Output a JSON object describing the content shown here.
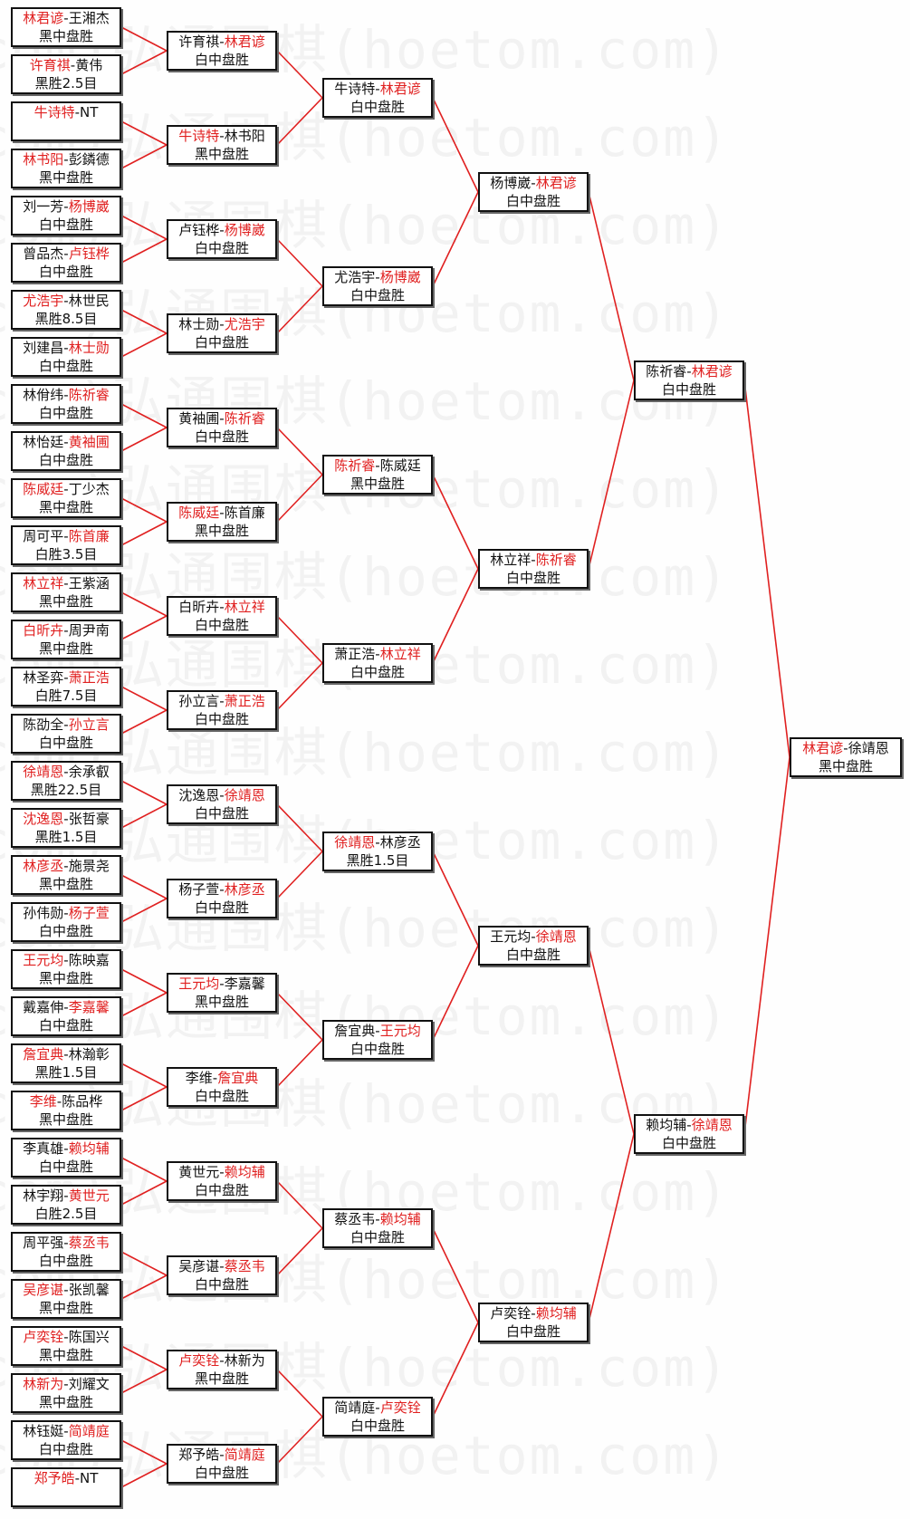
{
  "watermark": "弘通围棋(hoetom.com)",
  "colors": {
    "winner": "#e02020",
    "line": "#e02020",
    "text": "#111111"
  },
  "rounds": [
    {
      "name": "round-1",
      "matches": [
        {
          "a": "林君谚",
          "b": "王湘杰",
          "winner": "a",
          "result": "黑中盘胜"
        },
        {
          "a": "许育祺",
          "b": "黄伟",
          "winner": "a",
          "result": "黑胜2.5目"
        },
        {
          "a": "牛诗特",
          "b": "NT",
          "winner": "a",
          "result": ""
        },
        {
          "a": "林书阳",
          "b": "彭鏻德",
          "winner": "a",
          "result": "黑中盘胜"
        },
        {
          "a": "刘一芳",
          "b": "杨博崴",
          "winner": "b",
          "result": "白中盘胜"
        },
        {
          "a": "曾品杰",
          "b": "卢钰桦",
          "winner": "b",
          "result": "白中盘胜"
        },
        {
          "a": "尤浩宇",
          "b": "林世民",
          "winner": "a",
          "result": "黑胜8.5目"
        },
        {
          "a": "刘建昌",
          "b": "林士勋",
          "winner": "b",
          "result": "白中盘胜"
        },
        {
          "a": "林佾纬",
          "b": "陈祈睿",
          "winner": "b",
          "result": "白中盘胜"
        },
        {
          "a": "林怡廷",
          "b": "黄袖圃",
          "winner": "b",
          "result": "白中盘胜"
        },
        {
          "a": "陈威廷",
          "b": "丁少杰",
          "winner": "a",
          "result": "黑中盘胜"
        },
        {
          "a": "周可平",
          "b": "陈首廉",
          "winner": "b",
          "result": "白胜3.5目"
        },
        {
          "a": "林立祥",
          "b": "王紫涵",
          "winner": "a",
          "result": "黑中盘胜"
        },
        {
          "a": "白昕卉",
          "b": "周尹南",
          "winner": "a",
          "result": "黑中盘胜"
        },
        {
          "a": "林圣弈",
          "b": "萧正浩",
          "winner": "b",
          "result": "白胜7.5目"
        },
        {
          "a": "陈劭全",
          "b": "孙立言",
          "winner": "b",
          "result": "白中盘胜"
        },
        {
          "a": "徐靖恩",
          "b": "余承叡",
          "winner": "a",
          "result": "黑胜22.5目"
        },
        {
          "a": "沈逸恩",
          "b": "张哲豪",
          "winner": "a",
          "result": "黑胜1.5目"
        },
        {
          "a": "林彦丞",
          "b": "施景尧",
          "winner": "a",
          "result": "黑中盘胜"
        },
        {
          "a": "孙伟勋",
          "b": "杨子萱",
          "winner": "b",
          "result": "白中盘胜"
        },
        {
          "a": "王元均",
          "b": "陈映嘉",
          "winner": "a",
          "result": "黑中盘胜"
        },
        {
          "a": "戴嘉伸",
          "b": "李嘉馨",
          "winner": "b",
          "result": "白中盘胜"
        },
        {
          "a": "詹宜典",
          "b": "林瀚彰",
          "winner": "a",
          "result": "黑胜1.5目"
        },
        {
          "a": "李维",
          "b": "陈品桦",
          "winner": "a",
          "result": "黑中盘胜"
        },
        {
          "a": "李真雄",
          "b": "赖均辅",
          "winner": "b",
          "result": "白中盘胜"
        },
        {
          "a": "林宇翔",
          "b": "黄世元",
          "winner": "b",
          "result": "白胜2.5目"
        },
        {
          "a": "周平强",
          "b": "蔡丞韦",
          "winner": "b",
          "result": "白中盘胜"
        },
        {
          "a": "吴彦谌",
          "b": "张凯馨",
          "winner": "a",
          "result": "黑中盘胜"
        },
        {
          "a": "卢奕铨",
          "b": "陈国兴",
          "winner": "a",
          "result": "黑中盘胜"
        },
        {
          "a": "林新为",
          "b": "刘耀文",
          "winner": "a",
          "result": "黑中盘胜"
        },
        {
          "a": "林钰娗",
          "b": "简靖庭",
          "winner": "b",
          "result": "白中盘胜"
        },
        {
          "a": "郑予皓",
          "b": "NT",
          "winner": "a",
          "result": ""
        }
      ]
    },
    {
      "name": "round-2",
      "matches": [
        {
          "a": "许育祺",
          "b": "林君谚",
          "winner": "b",
          "result": "白中盘胜"
        },
        {
          "a": "牛诗特",
          "b": "林书阳",
          "winner": "a",
          "result": "黑中盘胜"
        },
        {
          "a": "卢钰桦",
          "b": "杨博崴",
          "winner": "b",
          "result": "白中盘胜"
        },
        {
          "a": "林士勋",
          "b": "尤浩宇",
          "winner": "b",
          "result": "白中盘胜"
        },
        {
          "a": "黄袖圃",
          "b": "陈祈睿",
          "winner": "b",
          "result": "白中盘胜"
        },
        {
          "a": "陈威廷",
          "b": "陈首廉",
          "winner": "a",
          "result": "黑中盘胜"
        },
        {
          "a": "白昕卉",
          "b": "林立祥",
          "winner": "b",
          "result": "白中盘胜"
        },
        {
          "a": "孙立言",
          "b": "萧正浩",
          "winner": "b",
          "result": "白中盘胜"
        },
        {
          "a": "沈逸恩",
          "b": "徐靖恩",
          "winner": "b",
          "result": "白中盘胜"
        },
        {
          "a": "杨子萱",
          "b": "林彦丞",
          "winner": "b",
          "result": "白中盘胜"
        },
        {
          "a": "王元均",
          "b": "李嘉馨",
          "winner": "a",
          "result": "黑中盘胜"
        },
        {
          "a": "李维",
          "b": "詹宜典",
          "winner": "b",
          "result": "白中盘胜"
        },
        {
          "a": "黄世元",
          "b": "赖均辅",
          "winner": "b",
          "result": "白中盘胜"
        },
        {
          "a": "吴彦谌",
          "b": "蔡丞韦",
          "winner": "b",
          "result": "白中盘胜"
        },
        {
          "a": "卢奕铨",
          "b": "林新为",
          "winner": "a",
          "result": "黑中盘胜"
        },
        {
          "a": "郑予皓",
          "b": "简靖庭",
          "winner": "b",
          "result": "白中盘胜"
        }
      ]
    },
    {
      "name": "round-3",
      "matches": [
        {
          "a": "牛诗特",
          "b": "林君谚",
          "winner": "b",
          "result": "白中盘胜"
        },
        {
          "a": "尤浩宇",
          "b": "杨博崴",
          "winner": "b",
          "result": "白中盘胜"
        },
        {
          "a": "陈祈睿",
          "b": "陈威廷",
          "winner": "a",
          "result": "黑中盘胜"
        },
        {
          "a": "萧正浩",
          "b": "林立祥",
          "winner": "b",
          "result": "白中盘胜"
        },
        {
          "a": "徐靖恩",
          "b": "林彦丞",
          "winner": "a",
          "result": "黑胜1.5目"
        },
        {
          "a": "詹宜典",
          "b": "王元均",
          "winner": "b",
          "result": "白中盘胜"
        },
        {
          "a": "蔡丞韦",
          "b": "赖均辅",
          "winner": "b",
          "result": "白中盘胜"
        },
        {
          "a": "简靖庭",
          "b": "卢奕铨",
          "winner": "b",
          "result": "白中盘胜"
        }
      ]
    },
    {
      "name": "round-4",
      "matches": [
        {
          "a": "杨博崴",
          "b": "林君谚",
          "winner": "b",
          "result": "白中盘胜"
        },
        {
          "a": "林立祥",
          "b": "陈祈睿",
          "winner": "b",
          "result": "白中盘胜"
        },
        {
          "a": "王元均",
          "b": "徐靖恩",
          "winner": "b",
          "result": "白中盘胜"
        },
        {
          "a": "卢奕铨",
          "b": "赖均辅",
          "winner": "b",
          "result": "白中盘胜"
        }
      ]
    },
    {
      "name": "semifinal",
      "matches": [
        {
          "a": "陈祈睿",
          "b": "林君谚",
          "winner": "b",
          "result": "白中盘胜"
        },
        {
          "a": "赖均辅",
          "b": "徐靖恩",
          "winner": "b",
          "result": "白中盘胜"
        }
      ]
    },
    {
      "name": "final",
      "matches": [
        {
          "a": "林君谚",
          "b": "徐靖恩",
          "winner": "a",
          "result": "黑中盘胜"
        }
      ]
    }
  ]
}
